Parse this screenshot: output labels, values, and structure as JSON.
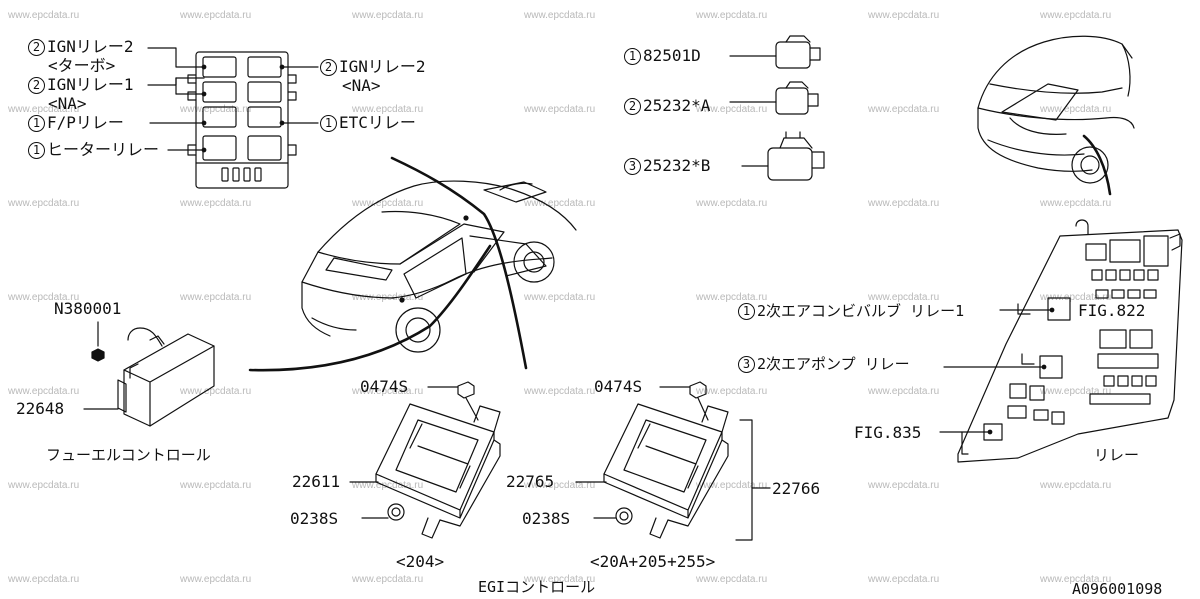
{
  "watermark": "www.epcdata.ru",
  "relay_box_labels": {
    "ign2_turbo": {
      "circle": "2",
      "name": "IGNリレー2",
      "sub": "<ターボ>"
    },
    "ign1_na": {
      "circle": "2",
      "name": "IGNリレー1",
      "sub": "<NA>"
    },
    "fp_relay": {
      "circle": "1",
      "name": "F/Pリレー"
    },
    "heater_relay": {
      "circle": "1",
      "name": "ヒーターリレー"
    },
    "ign2_na": {
      "circle": "2",
      "name": "IGNリレー2",
      "sub": "<NA>"
    },
    "etc_relay": {
      "circle": "1",
      "name": "ETCリレー"
    }
  },
  "relay_parts": [
    {
      "circle": "1",
      "number": "82501D"
    },
    {
      "circle": "2",
      "number": "25232*A"
    },
    {
      "circle": "3",
      "number": "25232*B"
    }
  ],
  "fuel_control": {
    "nut": "N380001",
    "part": "22648",
    "caption": "フューエルコントロール"
  },
  "ecu_left": {
    "bolt": "0474S",
    "part": "22611",
    "nut": "0238S",
    "variant": "<204>"
  },
  "ecu_right": {
    "bolt": "0474S",
    "part": "22765",
    "part_alt": "22766",
    "nut": "0238S",
    "variant": "<20A+205+255>"
  },
  "egi_caption": "EGIコントロール",
  "fuse_box": {
    "label_1": {
      "circle": "1",
      "name": "2次エアコンビバルブ リレー1"
    },
    "label_3": {
      "circle": "3",
      "name": "2次エアポンプ リレー"
    },
    "fig_822": "FIG.822",
    "fig_835": "FIG.835",
    "caption": "リレー"
  },
  "drawing_id": "A096001098"
}
